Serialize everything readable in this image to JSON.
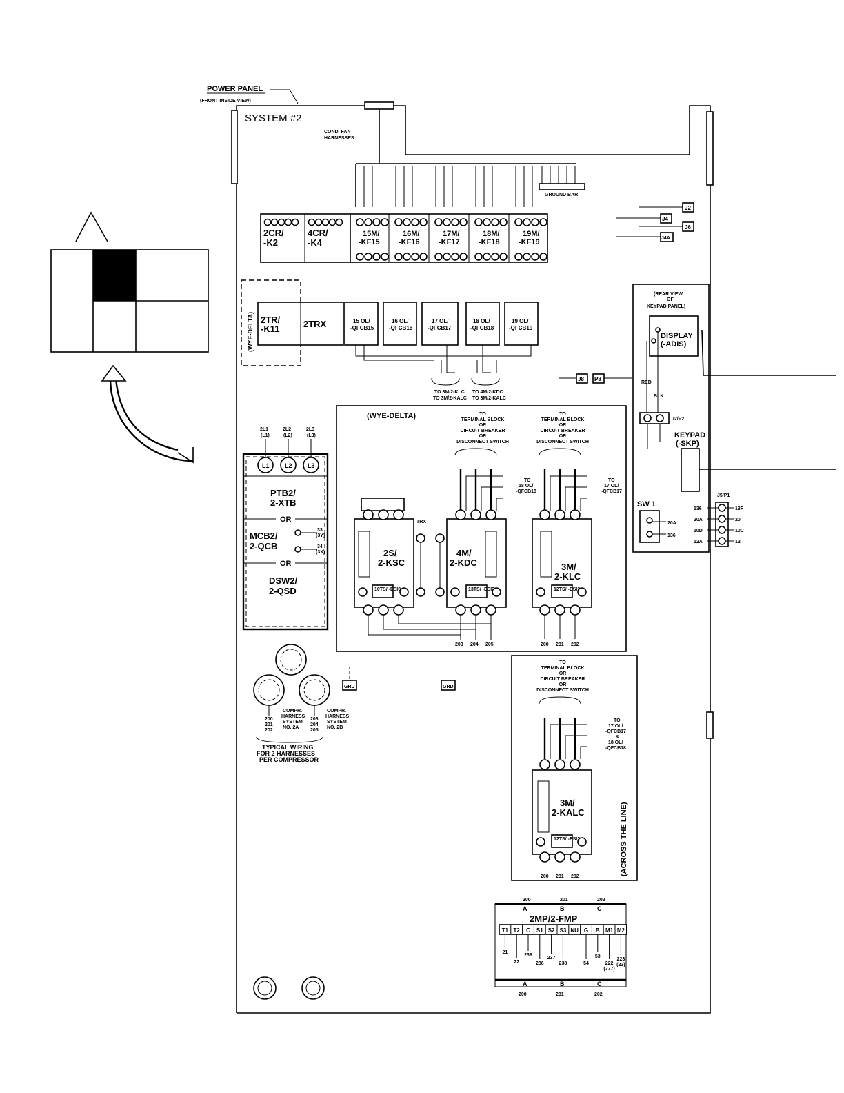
{
  "header": {
    "power_panel": "POWER PANEL",
    "front_view": "(FRONT INSIDE VIEW)",
    "system": "SYSTEM #2",
    "cond_fan": "COND. FAN",
    "harnesses": "HARNESSES",
    "ground_bar": "GROUND BAR"
  },
  "contactors": [
    {
      "id": "15M/",
      "sub": "-KF15"
    },
    {
      "id": "16M/",
      "sub": "-KF16"
    },
    {
      "id": "17M/",
      "sub": "-KF17"
    },
    {
      "id": "18M/",
      "sub": "-KF18"
    },
    {
      "id": "19M/",
      "sub": "-KF19"
    }
  ],
  "overloads": [
    {
      "id": "15 OL/",
      "sub": "-QFCB15"
    },
    {
      "id": "16 OL/",
      "sub": "-QFCB16"
    },
    {
      "id": "17 OL/",
      "sub": "-QFCB17"
    },
    {
      "id": "18 OL/",
      "sub": "-QFCB18"
    },
    {
      "id": "19 OL/",
      "sub": "-QFCB19"
    }
  ],
  "relays": {
    "r1": "2CR/",
    "r1b": "-K2",
    "r2": "4CR/",
    "r2b": "-K4",
    "r3": "2TR/",
    "r3b": "-K11",
    "r4": "2TRX",
    "wye_delta": "(WYE-DELTA)"
  },
  "connectors": {
    "j2": "J2",
    "j4": "J4",
    "j6": "J6",
    "j4a": "J4A",
    "j8": "J8",
    "p8": "P8"
  },
  "keypad": {
    "rear_view": "(REAR VIEW",
    "of": "OF",
    "keypad_panel": "KEYPAD PANEL)",
    "display": "DISPLAY",
    "display_sub": "(-ADIS)",
    "red": "RED",
    "blk": "BLK",
    "j2p2": "J2/P2",
    "keypad": "KEYPAD",
    "keypad_sub": "(-SKP)",
    "sw1": "SW 1",
    "j5p1": "J5/P1",
    "sw_labels": [
      "20A",
      "136"
    ],
    "j5_left": [
      "136",
      "20A",
      "10D",
      "12A"
    ],
    "j5_right": [
      "13F",
      "20",
      "10C",
      "12"
    ]
  },
  "ptb": {
    "l1": "L1",
    "l2": "L2",
    "l3": "L3",
    "ptb": "PTB2/",
    "xtb": "2-XTB",
    "or": "OR",
    "mcb": "MCB2/",
    "qcb": "2-QCB",
    "dsw": "DSW2/",
    "qsd": "2-QSD",
    "top_labels": [
      "2L1",
      "2L2",
      "2L3"
    ],
    "top_sub": [
      "(L1)",
      "(L2)",
      "(L3)"
    ]
  },
  "starters": {
    "wye_delta": "(WYE-DELTA)",
    "ksc": "2S/",
    "ksc_b": "2-KSC",
    "kdc": "4M/",
    "kdc_b": "2-KDC",
    "klc": "3M/",
    "klc_b": "2-KLC",
    "kalc": "3M/",
    "kalc_b": "2-KALC",
    "across": "(ACROSS THE LINE)",
    "to_block": [
      "TO",
      "TERMINAL BLOCK",
      "OR",
      "CIRCUIT BREAKER",
      "OR",
      "DISCONNECT SWITCH"
    ],
    "to_18": [
      "TO",
      "18 OL/",
      "-QFCB18"
    ],
    "to_17": [
      "TO",
      "17 OL/",
      "-QFCB17"
    ],
    "to_17_18": [
      "TO",
      "17 OL/",
      "-QFCB17",
      "&",
      "18 OL/",
      "-QFCB18"
    ],
    "esi10": "10TS/ -ESI0",
    "esi3": "13TS/ -ESI3",
    "esi2a": "12TS/ -ESI2",
    "esi2b": "12TS/ -ESI2"
  },
  "wiring": {
    "typical": "TYPICAL WIRING",
    "for2": "FOR 2 HARNESSES",
    "per": "PER COMPRESSOR",
    "compr": "COMPR.",
    "harness": "HARNESS",
    "system": "SYSTEM",
    "no2a": "NO. 2A",
    "no2b": "NO. 2B",
    "grd": "GRD",
    "wires_a": [
      "200",
      "201",
      "202"
    ],
    "wires_b": [
      "203",
      "204",
      "205"
    ]
  },
  "fmp": {
    "title": "2MP/2-FMP",
    "terms": [
      "T1",
      "T2",
      "C",
      "S1",
      "S2",
      "S3",
      "NU",
      "G",
      "B",
      "M1",
      "M2"
    ],
    "phase": [
      "A",
      "B",
      "C"
    ],
    "phase_wires": [
      "200",
      "201",
      "202"
    ],
    "wires": [
      "21",
      "22",
      "239",
      "236",
      "237",
      "238",
      "54",
      "53",
      "222",
      "223"
    ],
    "wires_sub": [
      "(777)",
      "(23)"
    ]
  },
  "harness_labels": {
    "to_klc": "TO 3M/2-KLC",
    "to_kalc": "TO 3M/2-KALC",
    "to_kdc": "TO 4M/2-KDC",
    "to_kalc2": "TO 3M/2-KALC"
  }
}
